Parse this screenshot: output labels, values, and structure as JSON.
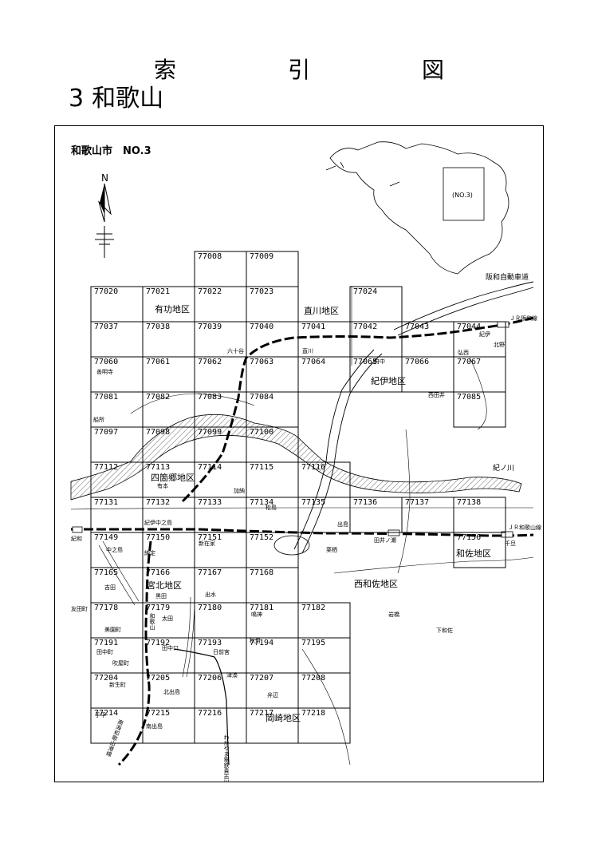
{
  "title": "索　引　図",
  "subtitle": {
    "number": "3",
    "name": "和歌山"
  },
  "map": {
    "city_label": "和歌山市　NO.3",
    "north": "N",
    "inset_label": "(NO.3)",
    "grid_cells": [
      {
        "id": "77008",
        "r": 0,
        "c": 2
      },
      {
        "id": "77009",
        "r": 0,
        "c": 3
      },
      {
        "id": "77020",
        "r": 1,
        "c": 0
      },
      {
        "id": "77021",
        "r": 1,
        "c": 1
      },
      {
        "id": "77022",
        "r": 1,
        "c": 2
      },
      {
        "id": "77023",
        "r": 1,
        "c": 3
      },
      {
        "id": "77024",
        "r": 1,
        "c": 5
      },
      {
        "id": "77037",
        "r": 2,
        "c": 0
      },
      {
        "id": "77038",
        "r": 2,
        "c": 1
      },
      {
        "id": "77039",
        "r": 2,
        "c": 2
      },
      {
        "id": "77040",
        "r": 2,
        "c": 3
      },
      {
        "id": "77041",
        "r": 2,
        "c": 4
      },
      {
        "id": "77042",
        "r": 2,
        "c": 5
      },
      {
        "id": "77043",
        "r": 2,
        "c": 6
      },
      {
        "id": "77044",
        "r": 2,
        "c": 7
      },
      {
        "id": "77060",
        "r": 3,
        "c": 0
      },
      {
        "id": "77061",
        "r": 3,
        "c": 1
      },
      {
        "id": "77062",
        "r": 3,
        "c": 2
      },
      {
        "id": "77063",
        "r": 3,
        "c": 3
      },
      {
        "id": "77064",
        "r": 3,
        "c": 4
      },
      {
        "id": "77065",
        "r": 3,
        "c": 5
      },
      {
        "id": "77066",
        "r": 3,
        "c": 6
      },
      {
        "id": "77067",
        "r": 3,
        "c": 7
      },
      {
        "id": "77081",
        "r": 4,
        "c": 0
      },
      {
        "id": "77082",
        "r": 4,
        "c": 1
      },
      {
        "id": "77083",
        "r": 4,
        "c": 2
      },
      {
        "id": "77084",
        "r": 4,
        "c": 3
      },
      {
        "id": "77085",
        "r": 4,
        "c": 7
      },
      {
        "id": "77097",
        "r": 5,
        "c": 0
      },
      {
        "id": "77098",
        "r": 5,
        "c": 1
      },
      {
        "id": "77099",
        "r": 5,
        "c": 2
      },
      {
        "id": "77100",
        "r": 5,
        "c": 3
      },
      {
        "id": "77112",
        "r": 6,
        "c": 0
      },
      {
        "id": "77113",
        "r": 6,
        "c": 1
      },
      {
        "id": "77114",
        "r": 6,
        "c": 2
      },
      {
        "id": "77115",
        "r": 6,
        "c": 3
      },
      {
        "id": "77116",
        "r": 6,
        "c": 4
      },
      {
        "id": "77131",
        "r": 7,
        "c": 0
      },
      {
        "id": "77132",
        "r": 7,
        "c": 1
      },
      {
        "id": "77133",
        "r": 7,
        "c": 2
      },
      {
        "id": "77134",
        "r": 7,
        "c": 3
      },
      {
        "id": "77135",
        "r": 7,
        "c": 4
      },
      {
        "id": "77136",
        "r": 7,
        "c": 5
      },
      {
        "id": "77137",
        "r": 7,
        "c": 6
      },
      {
        "id": "77138",
        "r": 7,
        "c": 7
      },
      {
        "id": "77149",
        "r": 8,
        "c": 0
      },
      {
        "id": "77150",
        "r": 8,
        "c": 1
      },
      {
        "id": "77151",
        "r": 8,
        "c": 2
      },
      {
        "id": "77152",
        "r": 8,
        "c": 3
      },
      {
        "id": "77156",
        "r": 8,
        "c": 7
      },
      {
        "id": "77165",
        "r": 9,
        "c": 0
      },
      {
        "id": "77166",
        "r": 9,
        "c": 1
      },
      {
        "id": "77167",
        "r": 9,
        "c": 2
      },
      {
        "id": "77168",
        "r": 9,
        "c": 3
      },
      {
        "id": "77178",
        "r": 10,
        "c": 0
      },
      {
        "id": "77179",
        "r": 10,
        "c": 1
      },
      {
        "id": "77180",
        "r": 10,
        "c": 2
      },
      {
        "id": "77181",
        "r": 10,
        "c": 3
      },
      {
        "id": "77182",
        "r": 10,
        "c": 4
      },
      {
        "id": "77191",
        "r": 11,
        "c": 0
      },
      {
        "id": "77192",
        "r": 11,
        "c": 1
      },
      {
        "id": "77193",
        "r": 11,
        "c": 2
      },
      {
        "id": "77194",
        "r": 11,
        "c": 3
      },
      {
        "id": "77195",
        "r": 11,
        "c": 4
      },
      {
        "id": "77204",
        "r": 12,
        "c": 0
      },
      {
        "id": "77205",
        "r": 12,
        "c": 1
      },
      {
        "id": "77206",
        "r": 12,
        "c": 2
      },
      {
        "id": "77207",
        "r": 12,
        "c": 3
      },
      {
        "id": "77208",
        "r": 12,
        "c": 4
      },
      {
        "id": "77214",
        "r": 13,
        "c": 0
      },
      {
        "id": "77215",
        "r": 13,
        "c": 1
      },
      {
        "id": "77216",
        "r": 13,
        "c": 2
      },
      {
        "id": "77217",
        "r": 13,
        "c": 3
      },
      {
        "id": "77218",
        "r": 13,
        "c": 4
      }
    ],
    "district_labels": {
      "yuko": "有功地区",
      "naokawa": "直川地区",
      "kii": "紀伊地区",
      "shikanosato": "四箇郷地区",
      "miyakita": "宮北地区",
      "wasa": "和佐地区",
      "nishiwasa": "西和佐地区",
      "okazaki": "岡崎地区"
    },
    "place_labels": {
      "hanwa_road": "阪和自動車道",
      "jr_hanwa": "ＪＲ阪和線",
      "kii_station": "紀伊",
      "kitano": "北野",
      "kouzai": "弘西",
      "muso": "六十谷",
      "naokawa": "直川",
      "fuchu": "府中",
      "zenmyoji": "善明寺",
      "nishitai": "西田井",
      "funado": "船所",
      "kinokawa": "紀ノ川",
      "arimoto": "有本",
      "kano": "加納",
      "matsushima": "松島",
      "kii_nakanoshima": "紀伊中之島",
      "izushima": "出島",
      "kiwa": "紀和",
      "nakanoshima": "中之島",
      "shinzaike": "新在家",
      "kurisu": "栗栖",
      "tainose": "田井ノ瀬",
      "jr_wakayama": "ＪＲ和歌山線",
      "chiyoshi": "千旦",
      "nouka": "納定",
      "yoshida": "吉田",
      "kuroda": "黒田",
      "demizu": "出水",
      "tomoda": "友田町",
      "wakayama_station": "和歌山",
      "ota": "太田",
      "narukami": "鳴神",
      "iwahashi": "岩橋",
      "misono": "美園町",
      "tanaka_cho": "田中町",
      "fukiage": "吹屋町",
      "tanakaguchi": "田中口",
      "akizuki": "秋月",
      "hinokuma": "日前宮",
      "shimowasa": "下和佐",
      "shinnamachi": "新生町",
      "kitadeshima": "北出島",
      "tsuminato": "津湊",
      "bendai": "弁辺",
      "tehira": "手平",
      "minamideshima": "南出島",
      "nankai": "南海和歌山港線",
      "kishigawa": "わかやま電鉄貴志川線"
    }
  }
}
